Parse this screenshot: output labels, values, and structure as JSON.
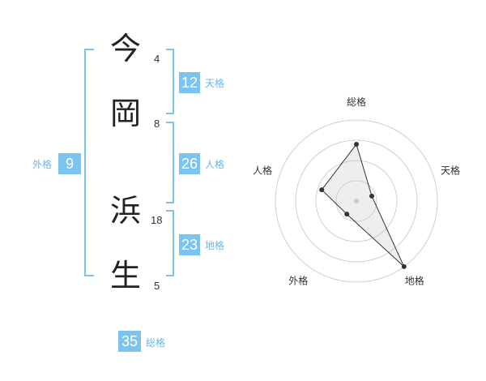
{
  "name": {
    "chars": [
      {
        "char": "今",
        "strokes": "4"
      },
      {
        "char": "岡",
        "strokes": "8"
      },
      {
        "char": "浜",
        "strokes": "18"
      },
      {
        "char": "生",
        "strokes": "5"
      }
    ]
  },
  "fortunes": {
    "tenkaku": {
      "value": "12",
      "label": "天格"
    },
    "jinkaku": {
      "value": "26",
      "label": "人格"
    },
    "chikaku": {
      "value": "23",
      "label": "地格"
    },
    "gaikaku": {
      "value": "9",
      "label": "外格"
    },
    "soukaku": {
      "value": "35",
      "label": "総格"
    }
  },
  "colors": {
    "accent": "#7cc4f0",
    "label": "#69b6e8"
  },
  "chart_data": {
    "type": "radar",
    "axes": [
      "総格",
      "天格",
      "地格",
      "外格",
      "人格"
    ],
    "values": [
      0.7,
      0.2,
      1.0,
      0.2,
      0.45
    ],
    "max": 1,
    "rings": 4
  }
}
